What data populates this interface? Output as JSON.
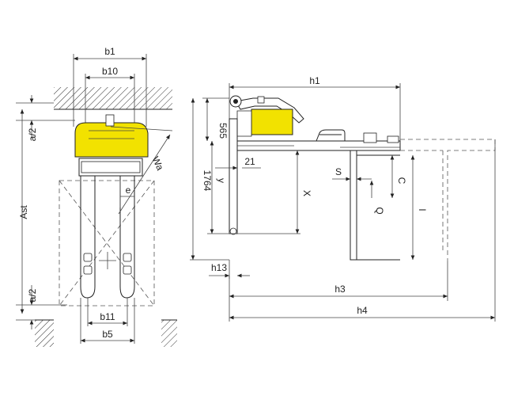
{
  "colors": {
    "body": "#f2e200",
    "line": "#222222",
    "background": "#ffffff"
  },
  "labels": {
    "b1": "b1",
    "b10": "b10",
    "a2_top": "a/2",
    "a2_bottom": "a/2",
    "ast": "Ast",
    "wa": "Wa",
    "e": "e",
    "b11": "b11",
    "b5": "b5",
    "h1": "h1",
    "d565": "565",
    "d1764": "1764",
    "y": "y",
    "d21": "21",
    "x": "X",
    "s": "S",
    "c": "C",
    "q": "Q",
    "l": "l",
    "h13": "h13",
    "h3": "h3",
    "h4": "h4"
  }
}
